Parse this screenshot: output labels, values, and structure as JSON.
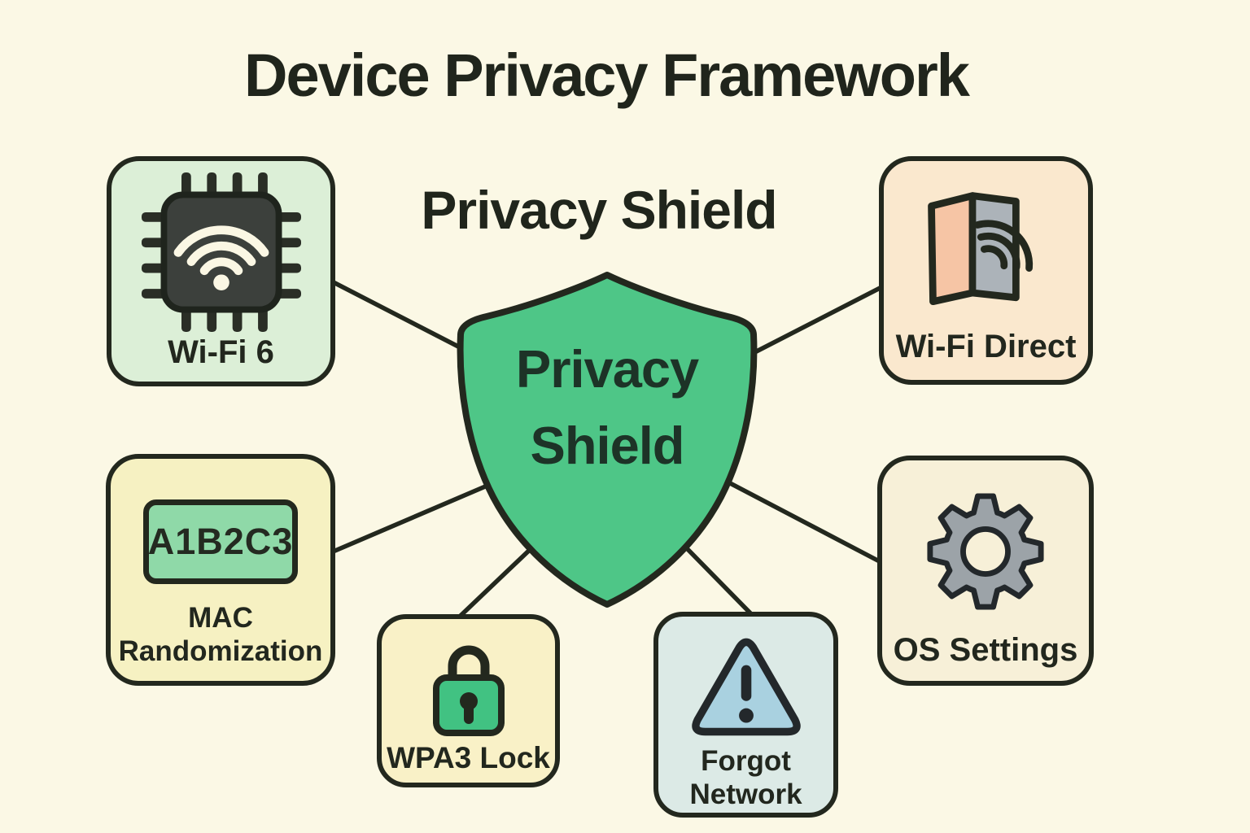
{
  "title": "Device Privacy Framework",
  "center": {
    "heading": "Privacy Shield",
    "shield_label": "Privacy Shield",
    "shield_fill": "#4EC687"
  },
  "nodes": [
    {
      "id": "wifi-6",
      "label": "Wi-Fi 6",
      "icon": "wifi-chip-icon",
      "fill": "#DCEFD7"
    },
    {
      "id": "wifi-direct",
      "label": "Wi-Fi Direct",
      "icon": "door-signal-icon",
      "fill": "#FAE8CE"
    },
    {
      "id": "mac-randomization",
      "label": "MAC Randomization",
      "icon": "license-plate-icon",
      "fill": "#F6F1C2",
      "plate_text": "A1B2C3",
      "plate_fill": "#8FD9A8"
    },
    {
      "id": "os-settings",
      "label": "OS Settings",
      "icon": "gear-icon",
      "fill": "#F7F0D8"
    },
    {
      "id": "wpa3-lock",
      "label": "WPA3 Lock",
      "icon": "padlock-icon",
      "fill": "#F9F1C7"
    },
    {
      "id": "forgot-network",
      "label": "Forgot Network",
      "icon": "warning-triangle-icon",
      "fill": "#DCEAE6"
    }
  ],
  "colors": {
    "background": "#FBF8E5",
    "outline": "#23281E",
    "text": "#20251C",
    "connector": "#23281E",
    "chip_body": "#3C403C",
    "chip_glyph": "#FBF7E4",
    "door_left": "#F6C5A5",
    "door_right": "#ACB3B9",
    "gear": "#9CA3A8",
    "lock_green": "#41C282",
    "triangle_blue": "#A9D1E0"
  }
}
